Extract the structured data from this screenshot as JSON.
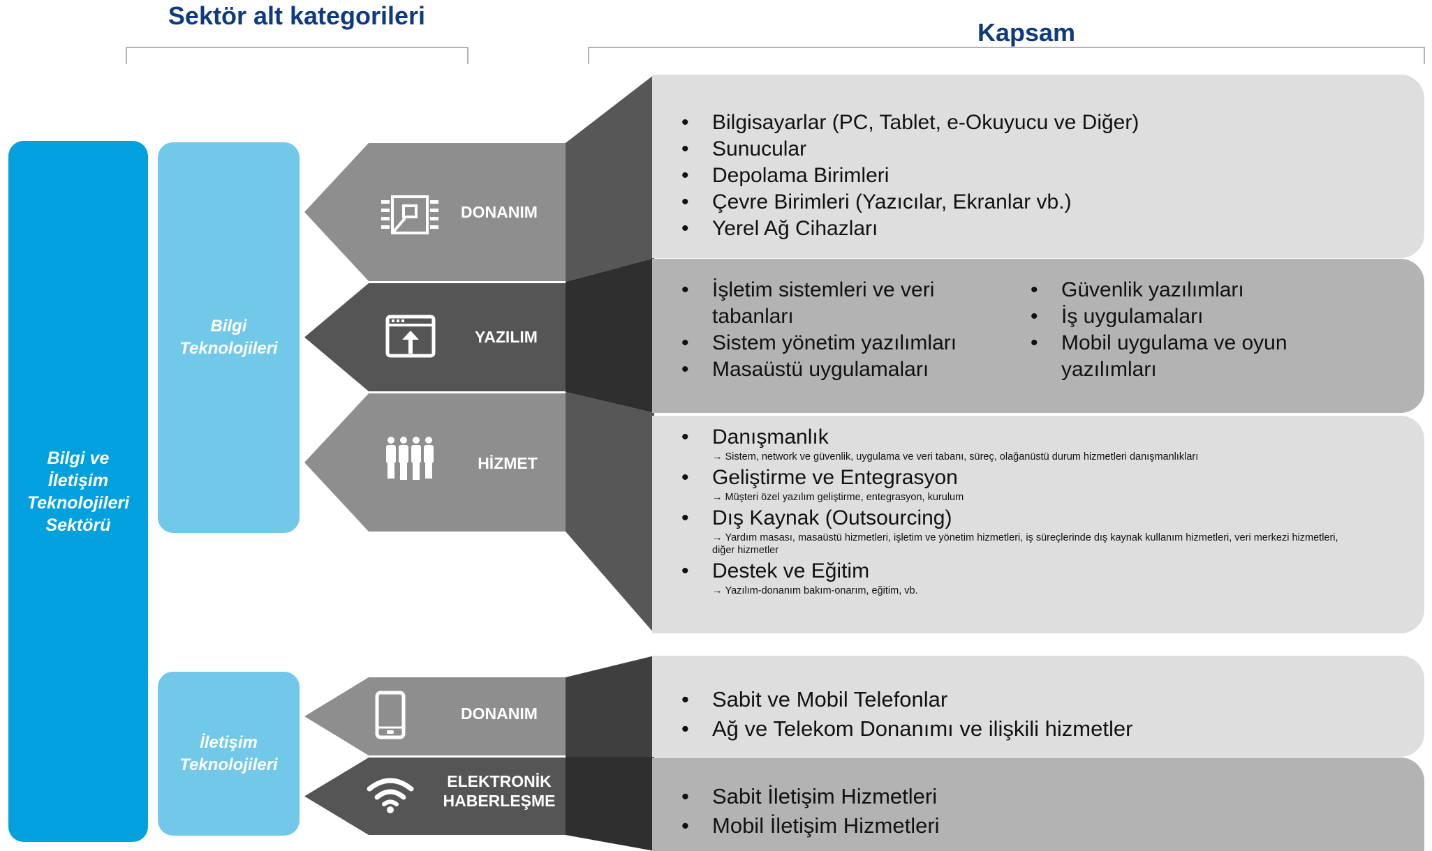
{
  "headers": {
    "left": "Sektör alt kategorileri",
    "right": "Kapsam"
  },
  "main_label": "Bilgi ve\nİletişim\nTeknolojileri\nSektörü",
  "groups": [
    {
      "label": "Bilgi\nTeknolojileri"
    },
    {
      "label": "İletişim\nTeknolojileri"
    }
  ],
  "categories": [
    {
      "label": "DONANIM",
      "icon": "chip-icon"
    },
    {
      "label": "YAZILIM",
      "icon": "software-upload-icon"
    },
    {
      "label": "HİZMET",
      "icon": "people-icon"
    },
    {
      "label": "DONANIM",
      "icon": "phone-icon"
    },
    {
      "label": "ELEKTRONİK\nHABERLEŞME",
      "icon": "wifi-icon"
    }
  ],
  "scope": {
    "donanim": [
      "Bilgisayarlar (PC, Tablet, e-Okuyucu ve Diğer)",
      "Sunucular",
      "Depolama Birimleri",
      "Çevre Birimleri (Yazıcılar, Ekranlar vb.)",
      "Yerel Ağ Cihazları"
    ],
    "yazilim_left": [
      "İşletim sistemleri ve veri tabanları",
      "Sistem yönetim yazılımları",
      "Masaüstü uygulamaları"
    ],
    "yazilim_right": [
      "Güvenlik yazılımları",
      "İş uygulamaları",
      "Mobil uygulama ve oyun yazılımları"
    ],
    "hizmet": [
      {
        "title": "Danışmanlık",
        "note": "Sistem, network ve güvenlik, uygulama ve veri tabanı, süreç, olağanüstü durum hizmetleri danışmanlıkları"
      },
      {
        "title": "Geliştirme ve Entegrasyon",
        "note": "Müşteri özel yazılım geliştirme, entegrasyon, kurulum"
      },
      {
        "title": "Dış Kaynak (Outsourcing)",
        "note": "Yardım masası, masaüstü hizmetleri, işletim ve yönetim hizmetleri, iş süreçlerinde dış kaynak kullanım hizmetleri, veri merkezi hizmetleri, diğer hizmetler"
      },
      {
        "title": "Destek ve Eğitim",
        "note": "Yazılım-donanım bakım-onarım, eğitim, vb."
      }
    ],
    "iletisim_donanim": [
      "Sabit ve Mobil Telefonlar",
      "Ağ ve Telekom Donanımı ve ilişkili hizmetler"
    ],
    "elektronik_haberlesme": [
      "Sabit İletişim Hizmetleri",
      "Mobil İletişim Hizmetleri"
    ]
  },
  "colors": {
    "brand_blue": "#02a0dc",
    "light_blue": "#72c8e8",
    "header_navy": "#0f3a80",
    "arrow_mid_gray": "#8e8e8e",
    "arrow_dark_gray": "#555555",
    "connector_dark": "#2f2f2f",
    "panel_light": "#dedede",
    "panel_dark": "#b3b3b3"
  }
}
